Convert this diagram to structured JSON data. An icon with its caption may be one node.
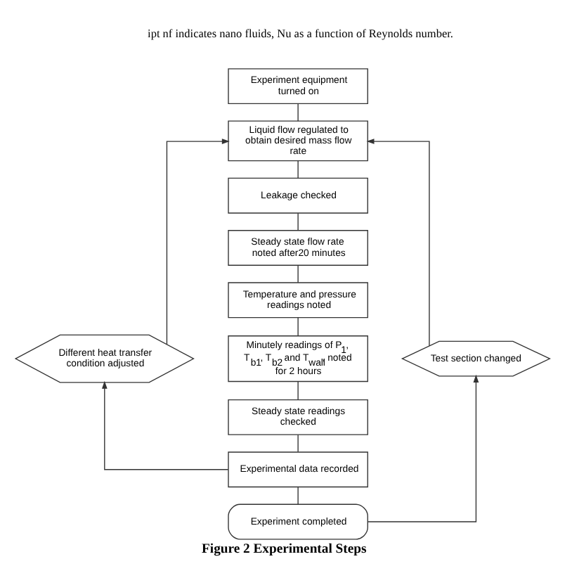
{
  "diagram": {
    "caption": "Figure 2 Experimental Steps",
    "nodes": [
      {
        "text": [
          "Experiment equipment turned on"
        ]
      },
      {
        "text": [
          "Liquid flow regulated to obtain desired mass flow rate"
        ]
      },
      {
        "text": [
          "Leakage checked"
        ]
      },
      {
        "text": [
          "Steady state flow rate noted after20 minutes"
        ]
      },
      {
        "text": [
          "Temperature and pressure readings noted"
        ]
      },
      {
        "text": [
          "Minutely readings of P$_{1}$, T$_{b1}$, T$_{b2}$ and T$_{wall}$, noted for 2 hours"
        ]
      },
      {
        "text": [
          "Steady state readings checked"
        ]
      },
      {
        "text": [
          "Experimental data recorded"
        ]
      },
      {
        "text": [
          "Experiment completed"
        ]
      },
      {
        "text": [
          "Different heat transfer condition adjusted"
        ]
      },
      {
        "text": [
          "Test section changed"
        ]
      }
    ],
    "edges": [
      {
        "from": 0,
        "to": 1,
        "arrow": "none"
      },
      {
        "from": 1,
        "to": 2,
        "arrow": "none"
      },
      {
        "from": 2,
        "to": 3,
        "arrow": "none"
      },
      {
        "from": 3,
        "to": 4,
        "arrow": "none"
      },
      {
        "from": 4,
        "to": 5,
        "arrow": "none"
      },
      {
        "from": 5,
        "to": 6,
        "arrow": "none"
      },
      {
        "from": 6,
        "to": 7,
        "arrow": "none"
      },
      {
        "from": 7,
        "to": 8,
        "arrow": "none"
      },
      {
        "from": 7,
        "to": 9,
        "arrow": "to"
      },
      {
        "from": 9,
        "to": 1,
        "arrow": "to"
      },
      {
        "from": 8,
        "to": 10,
        "arrow": "to"
      },
      {
        "from": 10,
        "to": 1,
        "arrow": "to"
      }
    ],
    "labels": [
      "ipt nf indicates nano fluids, Nu as a function of Reynolds number."
    ]
  }
}
